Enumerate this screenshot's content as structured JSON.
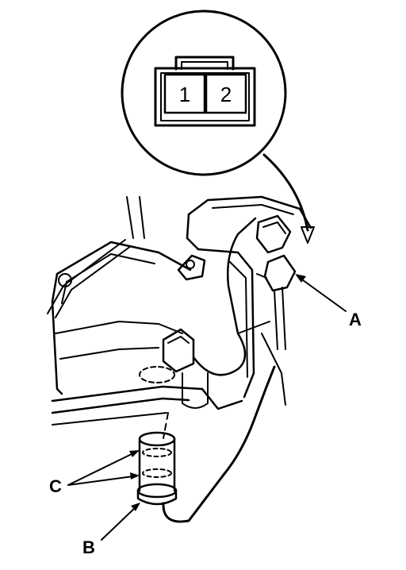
{
  "connector_pins": [
    "1",
    "2"
  ],
  "callouts": {
    "a": "A",
    "b": "B",
    "c": "C"
  }
}
